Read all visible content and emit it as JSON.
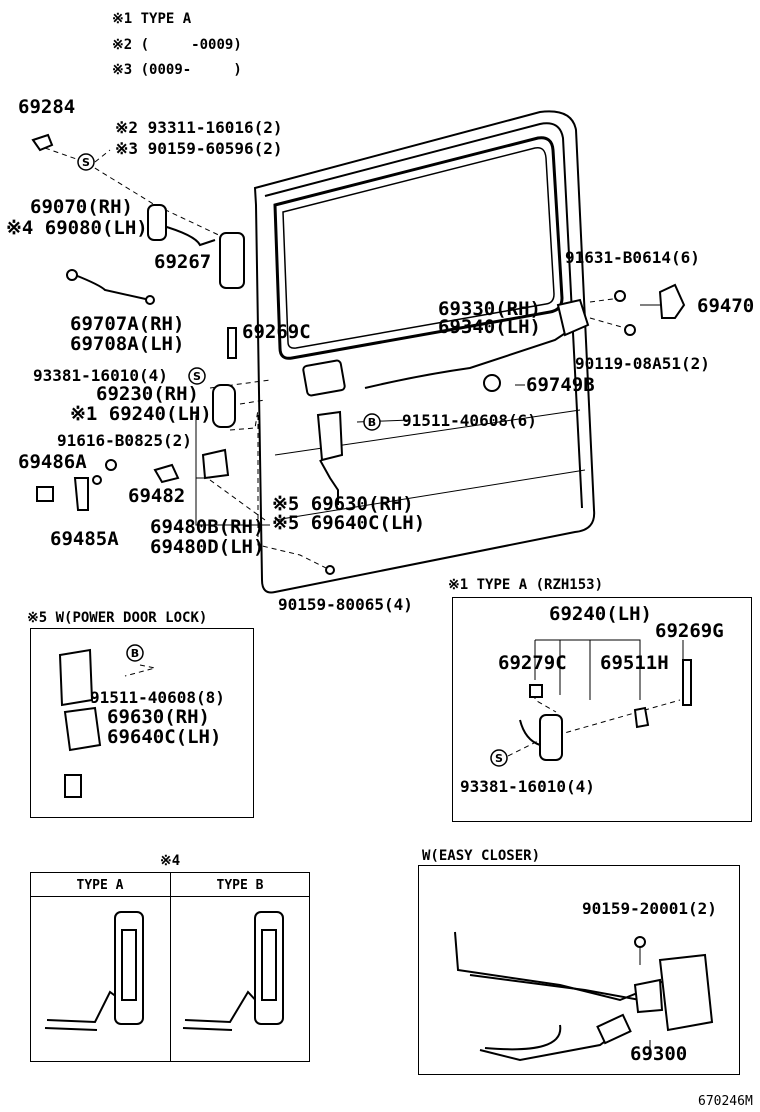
{
  "legend": [
    {
      "mark": "※1",
      "text": "TYPE A"
    },
    {
      "mark": "※2",
      "text": "(     -0009)"
    },
    {
      "mark": "※3",
      "text": "(0009-     )"
    }
  ],
  "main_labels": {
    "p69284": "69284",
    "p93311": "※2 93311-16016(2)",
    "p90159a": "※3 90159-60596(2)",
    "p69070": "69070(RH)",
    "p69080": "※4 69080(LH)",
    "p69267": "69267",
    "p91631": "91631-B0614(6)",
    "p69470": "69470",
    "p69707": "69707A(RH)",
    "p69708": "69708A(LH)",
    "p69269c": "69269C",
    "p69330": "69330(RH)",
    "p69340": "69340(LH)",
    "p90119": "90119-08A51(2)",
    "p93381": "93381-16010(4)",
    "p69230": "69230(RH)",
    "p69240": "※1 69240(LH)",
    "p69749": "69749B",
    "p91511": "91511-40608(6)",
    "p91616": "91616-B0825(2)",
    "p69486": "69486A",
    "p69482": "69482",
    "p69480b": "69480B(RH)",
    "p69480d": "69480D(LH)",
    "p69485": "69485A",
    "p69630": "※5 69630(RH)",
    "p69640": "※5 69640C(LH)",
    "p90159b": "90159-80065(4)"
  },
  "power_door_lock": {
    "title": "※5 W(POWER DOOR LOCK)",
    "l1": "91511-40608(8)",
    "l2": "69630(RH)",
    "l3": "69640C(LH)"
  },
  "type_a_box": {
    "title": "※1  TYPE A  (RZH153)",
    "l1": "69240(LH)",
    "l2": "69269G",
    "l3": "69279C",
    "l4": "69511H",
    "l5": "93381-16010(4)"
  },
  "type_table": {
    "title": "※4",
    "col_a": "TYPE A",
    "col_b": "TYPE B"
  },
  "easy_closer": {
    "title": "W(EASY CLOSER)",
    "l1": "90159-20001(2)",
    "l2": "69300"
  },
  "figure_code": "670246M"
}
